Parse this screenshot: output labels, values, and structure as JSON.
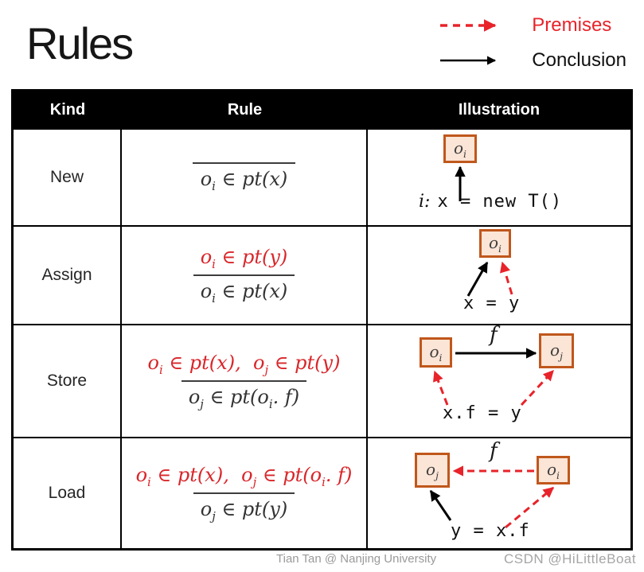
{
  "page": {
    "title": "Rules",
    "credit": "Tian Tan @ Nanjing University",
    "watermark": "CSDN @HiLittleBoat"
  },
  "legend": {
    "premises_label": "Premises",
    "conclusion_label": "Conclusion"
  },
  "colors": {
    "premise_red": "#e8232a",
    "formula_red": "#d9262a",
    "formula_black": "#333333",
    "box_border": "#c0571c",
    "box_fill": "#fbe5d6",
    "header_bg": "#000000",
    "header_text": "#ffffff"
  },
  "table": {
    "headers": [
      "Kind",
      "Rule",
      "Illustration"
    ],
    "rows": [
      {
        "kind": "New",
        "rule": {
          "premise": "",
          "conclusion": "oᵢ ∈ pt(x)"
        },
        "illustration": {
          "box1": "oᵢ",
          "code_prefix": "i:",
          "code": "x = new T()"
        }
      },
      {
        "kind": "Assign",
        "rule": {
          "premise": "oᵢ ∈ pt(y)",
          "conclusion": "oᵢ ∈ pt(x)"
        },
        "illustration": {
          "box1": "oᵢ",
          "code": "x = y"
        }
      },
      {
        "kind": "Store",
        "rule": {
          "premise": "oᵢ ∈ pt(x),  oⱼ ∈ pt(y)",
          "conclusion": "oⱼ ∈ pt(oᵢ. f)"
        },
        "illustration": {
          "box1": "oᵢ",
          "box2": "oⱼ",
          "edge_label": "f",
          "code": "x.f = y"
        }
      },
      {
        "kind": "Load",
        "rule": {
          "premise": "oᵢ ∈ pt(x),  oⱼ ∈ pt(oᵢ. f)",
          "conclusion": "oⱼ ∈ pt(y)"
        },
        "illustration": {
          "box1": "oⱼ",
          "box2": "oᵢ",
          "edge_label": "f",
          "code": "y = x.f"
        }
      }
    ]
  }
}
